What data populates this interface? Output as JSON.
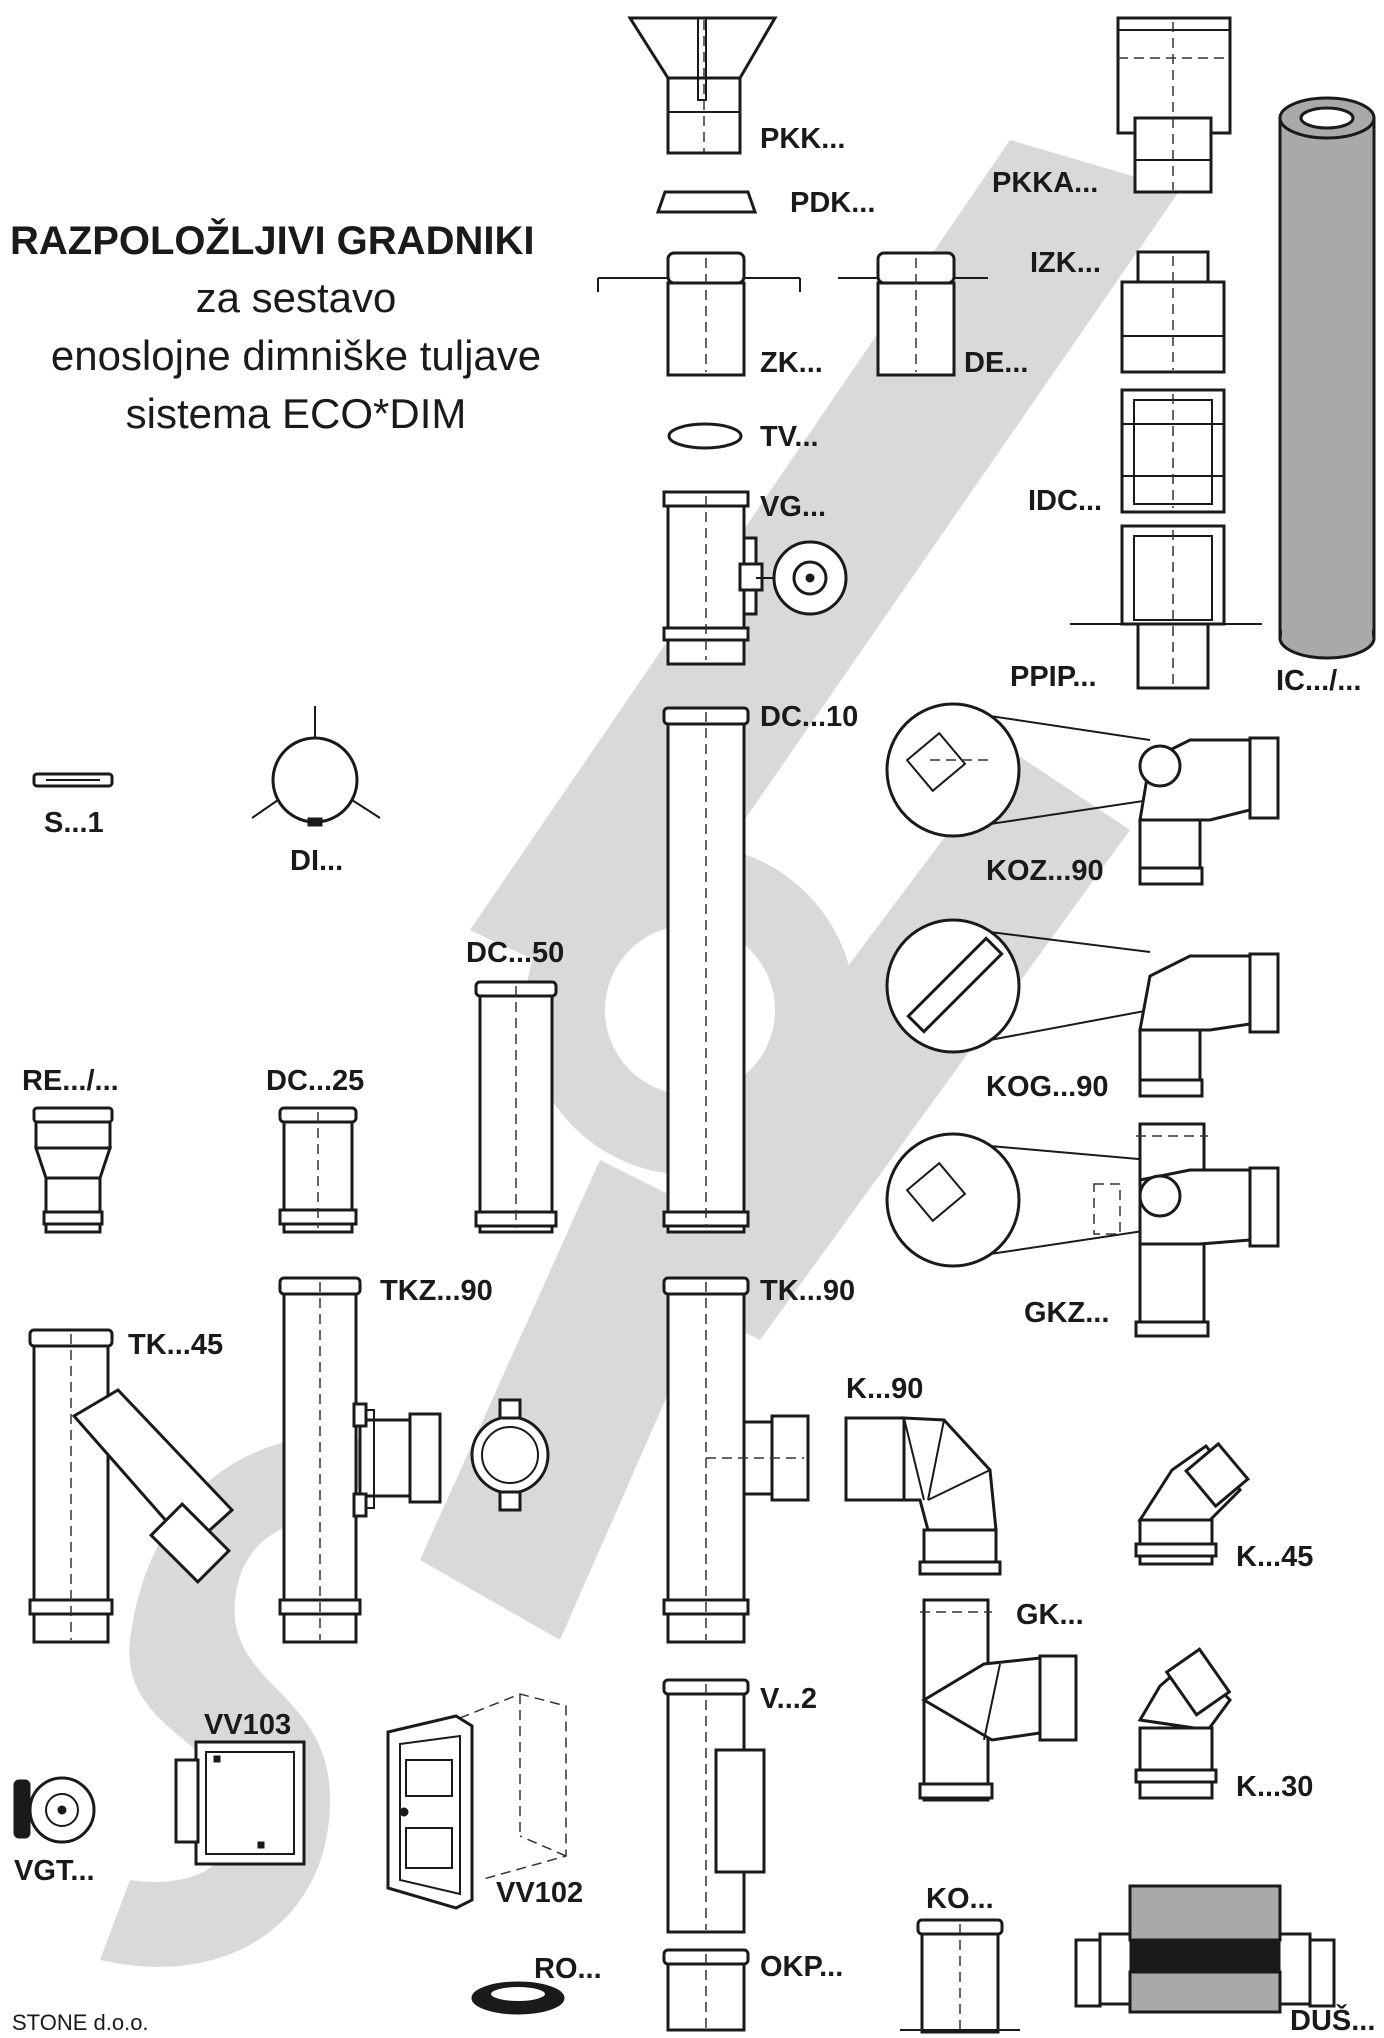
{
  "title": {
    "line1": "RAZPOLOŽLJIVI GRADNIKI",
    "line2": "za sestavo",
    "line3": "enoslojne dimniške tuljave",
    "line4": "sistema ECO*DIM"
  },
  "company": "STONE d.o.o.",
  "labels": {
    "pkk": "PKK...",
    "pdk": "PDK...",
    "pkka": "PKKA...",
    "izk": "IZK...",
    "zk": "ZK...",
    "de": "DE...",
    "tv": "TV...",
    "vg": "VG...",
    "idc": "IDC...",
    "ppip": "PPIP...",
    "ic": "IC.../...",
    "dc10": "DC...10",
    "s1": "S...1",
    "di": "DI...",
    "koz90": "KOZ...90",
    "dc50": "DC...50",
    "kog90": "KOG...90",
    "re": "RE.../...",
    "dc25": "DC...25",
    "gkz": "GKZ...",
    "tkz90": "TKZ...90",
    "tk90": "TK...90",
    "tk45": "TK...45",
    "k90": "K...90",
    "k45": "K...45",
    "gk": "GK...",
    "v2": "V...2",
    "vv103": "VV103",
    "vv102": "VV102",
    "k30": "K...30",
    "vgt": "VGT...",
    "ro": "RO...",
    "okp": "OKP...",
    "ko": "KO...",
    "dus": "DUŠ..."
  },
  "watermark": "STONE",
  "colors": {
    "ink": "#1a1a1a",
    "watermark": "#d9d9d9",
    "insulation": "#a9a9a9"
  }
}
